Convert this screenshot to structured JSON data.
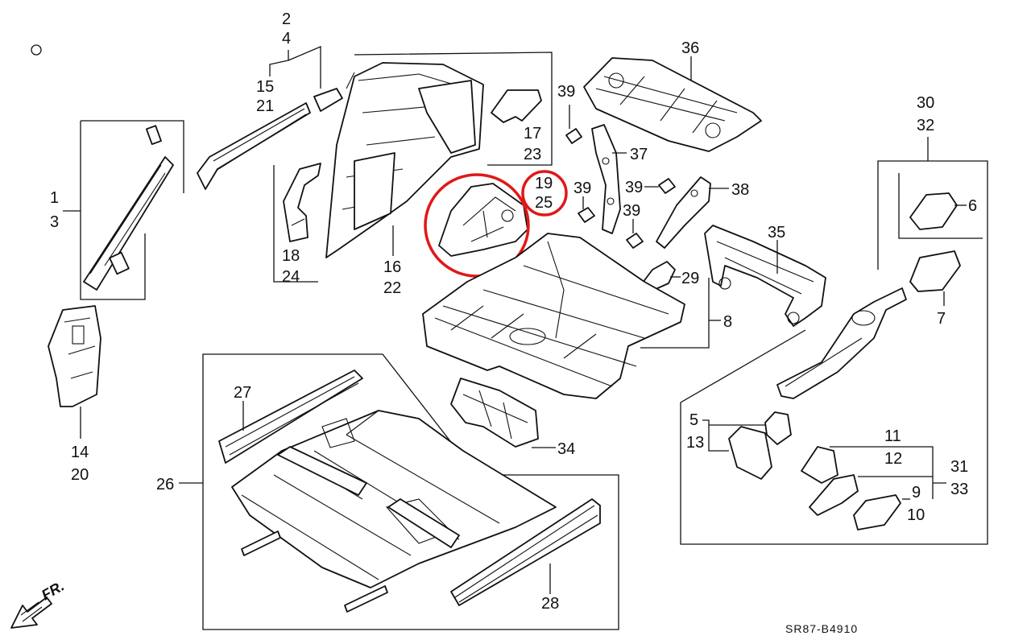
{
  "diagram_code": "SR87-B4910",
  "direction_label": "FR.",
  "highlight_color": "#e01818",
  "callouts": {
    "c1": "1",
    "c3": "3",
    "c2": "2",
    "c4": "4",
    "c15": "15",
    "c21": "21",
    "c18": "18",
    "c24": "24",
    "c16": "16",
    "c22": "22",
    "c17": "17",
    "c23": "23",
    "c19": "19",
    "c25": "25",
    "c36": "36",
    "c39a": "39",
    "c39b": "39",
    "c39c": "39",
    "c37": "37",
    "c38": "38",
    "c30": "30",
    "c32": "32",
    "c6": "6",
    "c7": "7",
    "c35": "35",
    "c29": "29",
    "c8": "8",
    "c14": "14",
    "c20": "20",
    "c27": "27",
    "c26": "26",
    "c28": "28",
    "c34": "34",
    "c5": "5",
    "c13": "13",
    "c11": "11",
    "c12": "12",
    "c31": "31",
    "c33": "33",
    "c9": "9",
    "c10": "10"
  }
}
